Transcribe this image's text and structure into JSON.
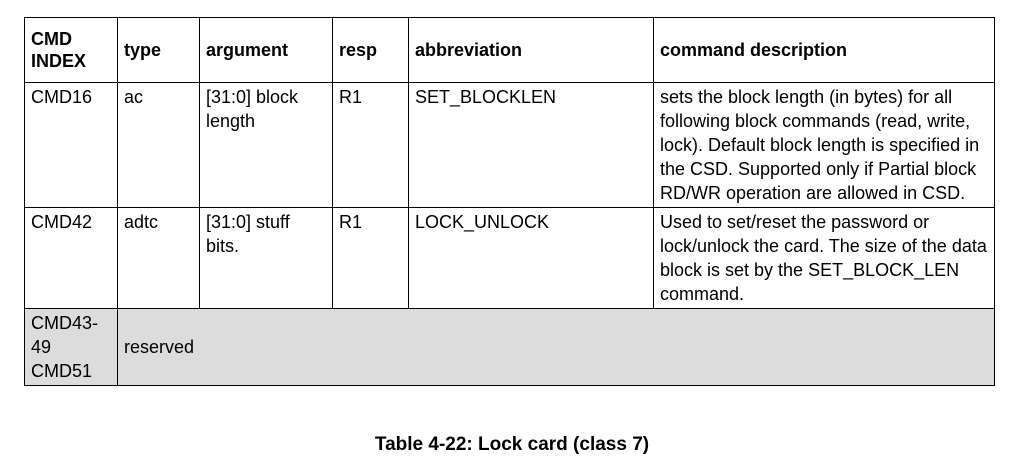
{
  "table": {
    "headers": {
      "index_line1": "CMD",
      "index_line2": "INDEX",
      "type": "type",
      "argument": "argument",
      "resp": "resp",
      "abbreviation": "abbreviation",
      "description": "command description"
    },
    "rows": [
      {
        "index": "CMD16",
        "type": "ac",
        "argument": "[31:0] block length",
        "resp": "R1",
        "abbreviation": "SET_BLOCKLEN",
        "description": "sets the block length (in bytes) for all following block commands (read, write,  lock). Default block length is specified in the CSD. Supported only if Partial block RD/WR operation are allowed in CSD."
      },
      {
        "index": "CMD42",
        "type": "adtc",
        "argument": "[31:0] stuff bits.",
        "resp": "R1",
        "abbreviation": "LOCK_UNLOCK",
        "description": "Used to set/reset the password or lock/unlock the card. The size of the data block is set by the SET_BLOCK_LEN command."
      }
    ],
    "reserved_row": {
      "index_lines": [
        "CMD43-",
        "49",
        "CMD51"
      ],
      "text": "reserved"
    }
  },
  "caption": "Table 4-22: Lock card (class 7)"
}
